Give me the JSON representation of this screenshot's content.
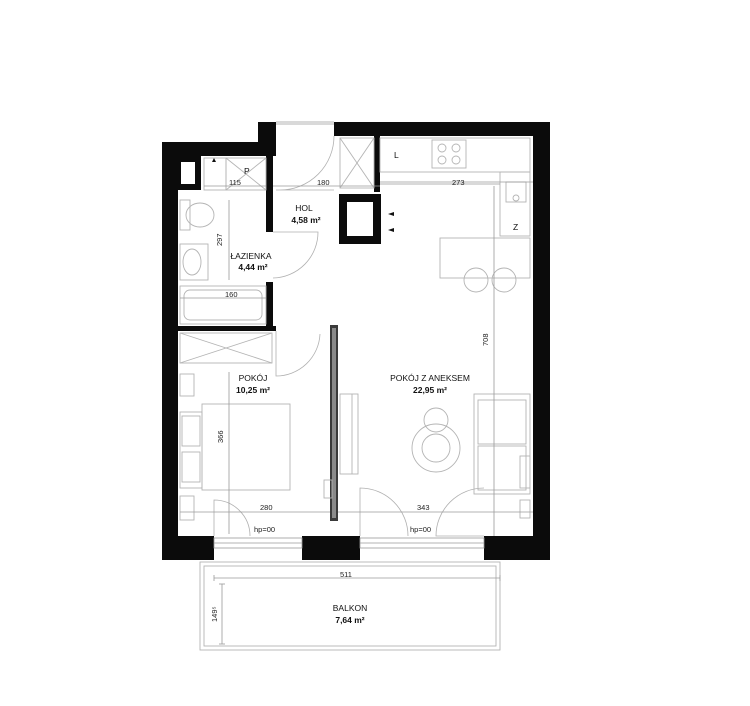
{
  "rooms": {
    "hol": {
      "name": "HOL",
      "area": "4,58 m²"
    },
    "lazienka": {
      "name": "ŁAZIENKA",
      "area": "4,44 m²"
    },
    "pokoj": {
      "name": "POKÓJ",
      "area": "10,25 m²"
    },
    "pokoj_aneks": {
      "name": "POKÓJ Z ANEKSEM",
      "area": "22,95 m²"
    },
    "balkon": {
      "name": "BALKON",
      "area": "7,64 m²"
    }
  },
  "dimensions": {
    "d115": "115",
    "d180": "180",
    "d273": "273",
    "d297": "297",
    "d160": "160",
    "d708": "708",
    "d366": "366",
    "d280": "280",
    "d343": "343",
    "d511": "511",
    "d149": "149⁵"
  },
  "window_sills": {
    "left": "hp=00",
    "right": "hp=00"
  },
  "symbols": {
    "p": "P",
    "l": "L",
    "z": "Z"
  }
}
